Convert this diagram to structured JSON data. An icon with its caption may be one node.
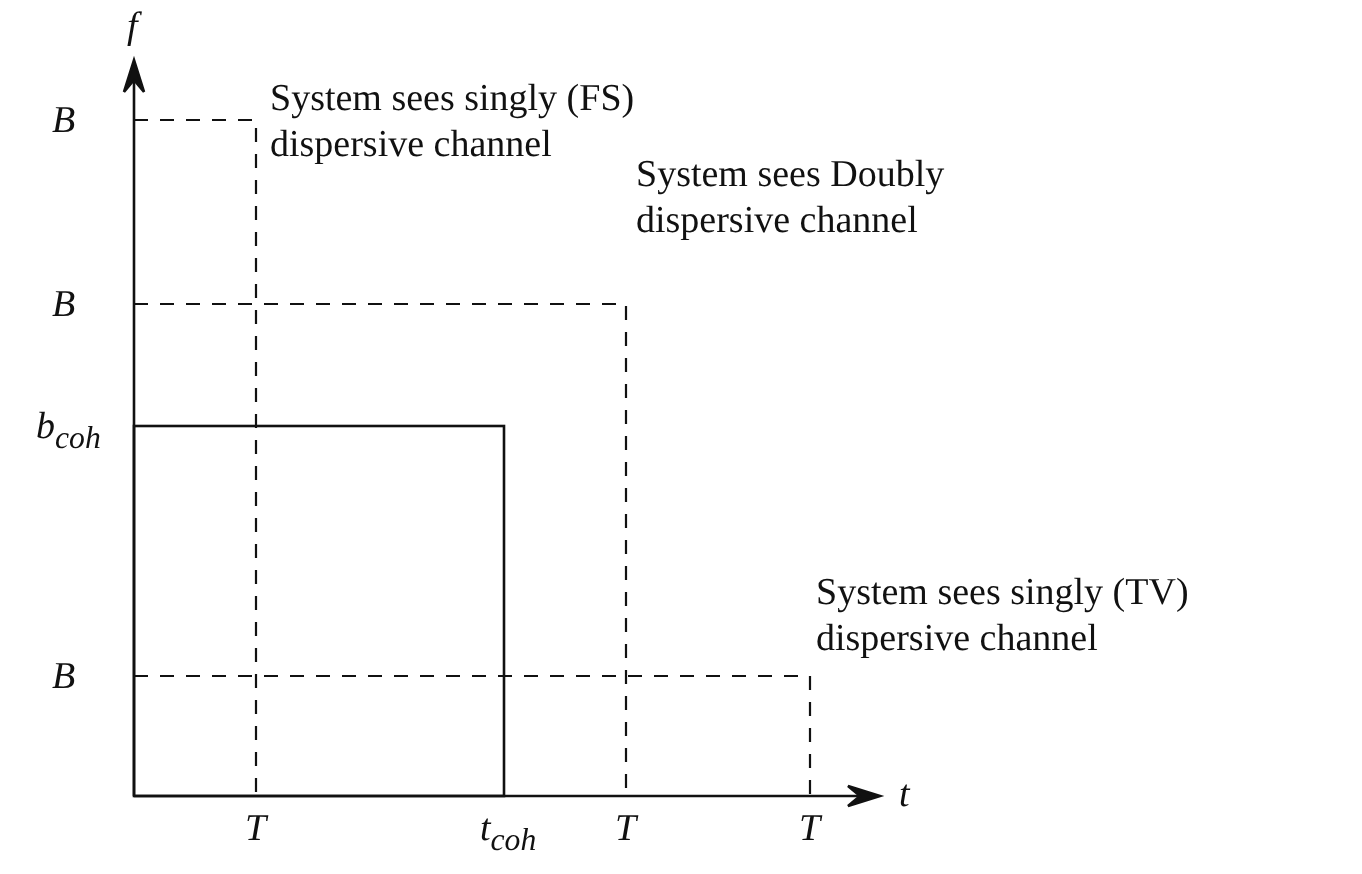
{
  "diagram": {
    "labels": [
      "f",
      "B",
      "System sees singly (FS) dispersive channel",
      "System sees Doubly dispersive channel",
      "B",
      "b$_{coh}$",
      "System sees singly (TV) dispersive channel",
      "B",
      "T",
      "t$_{coh}$",
      "T",
      "T",
      "t"
    ]
  }
}
